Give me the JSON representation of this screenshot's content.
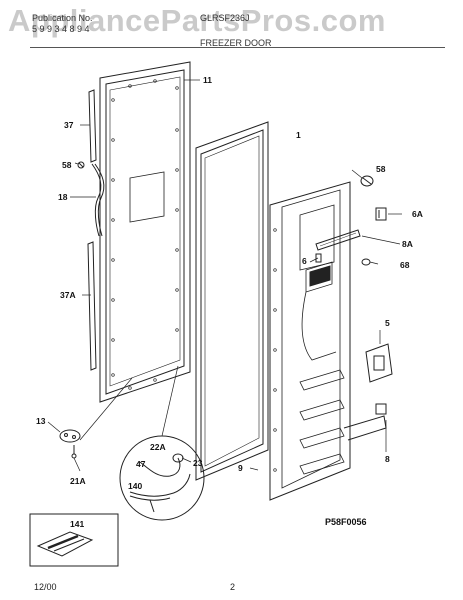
{
  "header": {
    "publication_label": "Publication No.",
    "publication_number": "5 9 9 3 4 8 9 4",
    "model": "GLRSF236J",
    "section_title": "FREEZER DOOR"
  },
  "watermark": "AppliancePartsPros.com",
  "parts": {
    "p11": "11",
    "p1": "1",
    "p37": "37",
    "p58a": "58",
    "p18": "18",
    "p37a": "37A",
    "p13": "13",
    "p21a": "21A",
    "p22a": "22A",
    "p23": "23",
    "p47": "47",
    "p140": "140",
    "p141": "141",
    "p9": "9",
    "p58b": "58",
    "p6a": "6A",
    "p8a": "8A",
    "p6": "6",
    "p68": "68",
    "p5": "5",
    "p8": "8"
  },
  "diagram_code": "P58F0056",
  "footer": {
    "date": "12/00",
    "page": "2"
  }
}
